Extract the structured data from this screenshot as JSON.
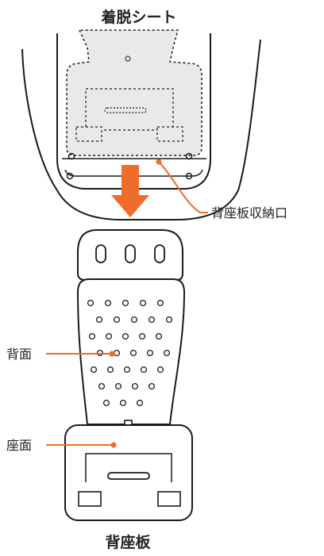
{
  "labels": {
    "title": "着脱シート",
    "storage": "背座板収納口",
    "back": "背面",
    "seat": "座面",
    "board": "背座板"
  },
  "colors": {
    "accent": "#ef6c2b",
    "line": "#1a1a1a",
    "panel": "#e9e9e9"
  }
}
